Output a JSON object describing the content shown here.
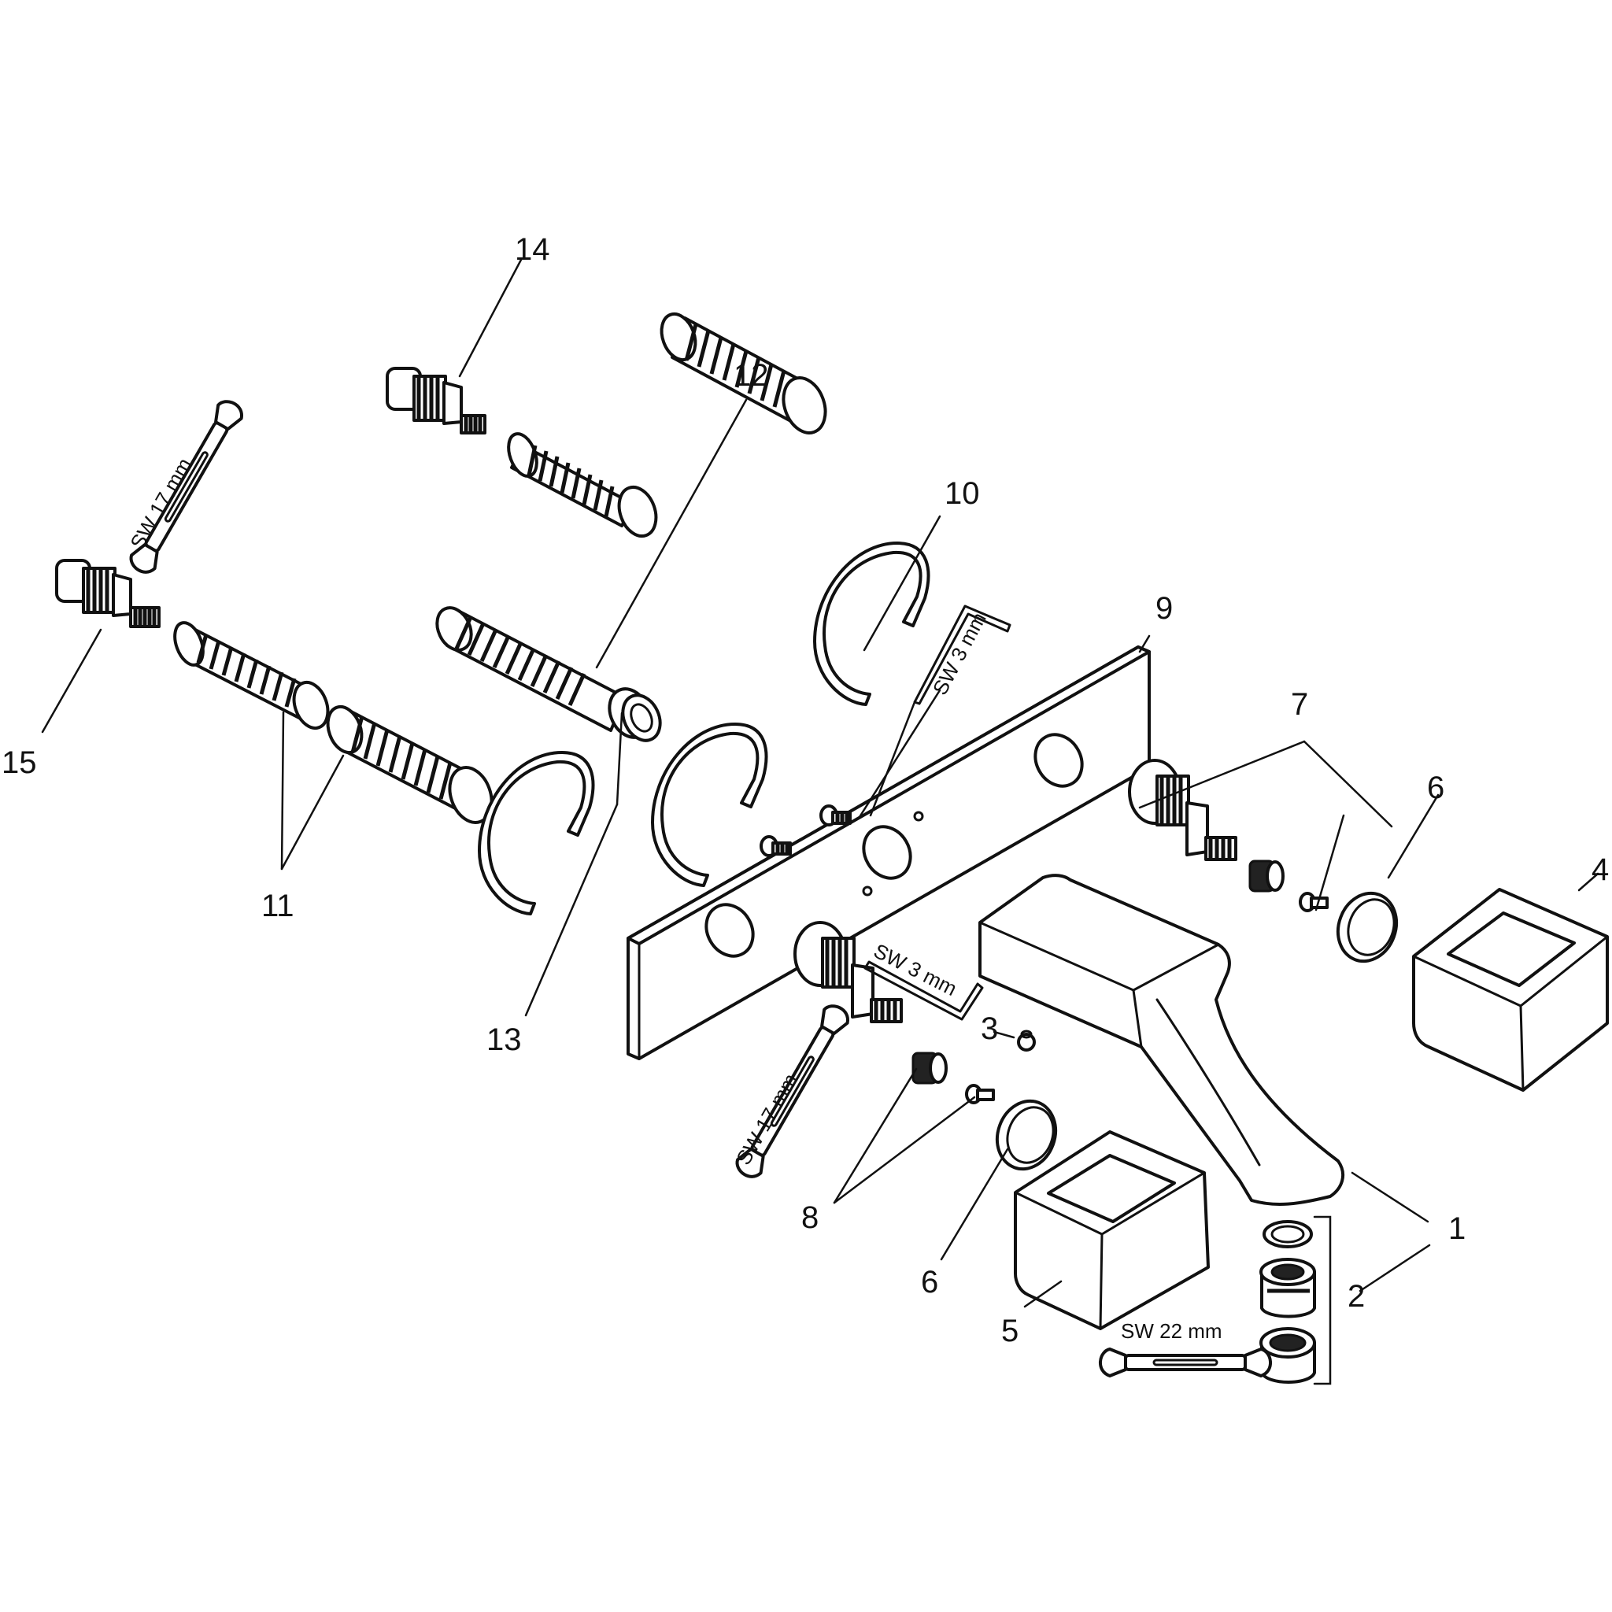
{
  "callouts": {
    "c1": "1",
    "c2": "2",
    "c3": "3",
    "c4": "4",
    "c5": "5",
    "c6a": "6",
    "c6b": "6",
    "c7": "7",
    "c8": "8",
    "c9": "9",
    "c10": "10",
    "c11": "11",
    "c12": "12",
    "c13": "13",
    "c14": "14",
    "c15": "15"
  },
  "tools": {
    "wrench_top_left": "SW 17 mm",
    "hexkey_top": "SW 3 mm",
    "hexkey_middle": "SW 3 mm",
    "wrench_bottom_left": "SW 17 mm",
    "wrench_bottom": "SW 22 mm"
  },
  "icons": [
    "wrench-icon",
    "hex-key-icon",
    "screw-icon",
    "cartridge-icon",
    "threaded-sleeve-icon",
    "clip-ring-icon"
  ]
}
